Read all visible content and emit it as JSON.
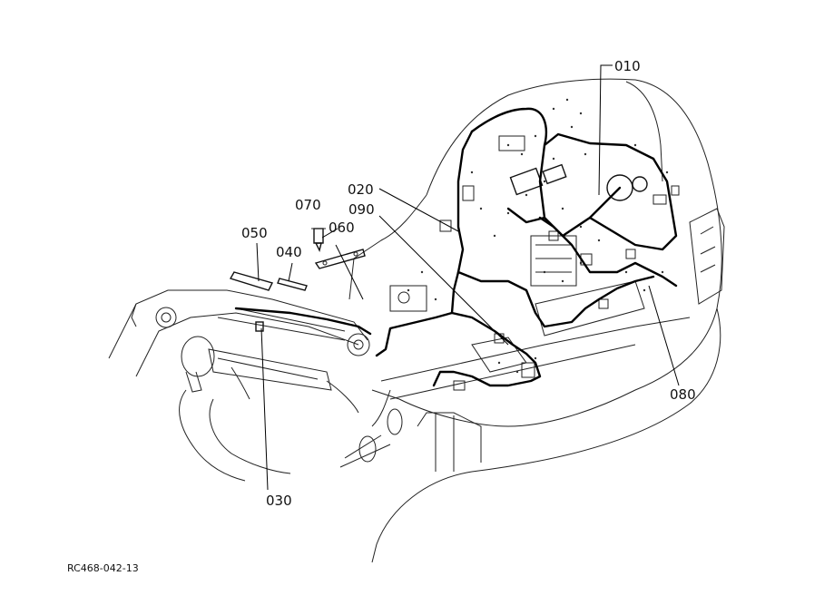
{
  "diagram": {
    "parts": [
      {
        "id": "010",
        "label": "010"
      },
      {
        "id": "020",
        "label": "020"
      },
      {
        "id": "030",
        "label": "030"
      },
      {
        "id": "040",
        "label": "040"
      },
      {
        "id": "050",
        "label": "050"
      },
      {
        "id": "060",
        "label": "060"
      },
      {
        "id": "070",
        "label": "070"
      },
      {
        "id": "080",
        "label": "080"
      },
      {
        "id": "090",
        "label": "090"
      }
    ],
    "drawing_ref": "RC468-042-13"
  }
}
